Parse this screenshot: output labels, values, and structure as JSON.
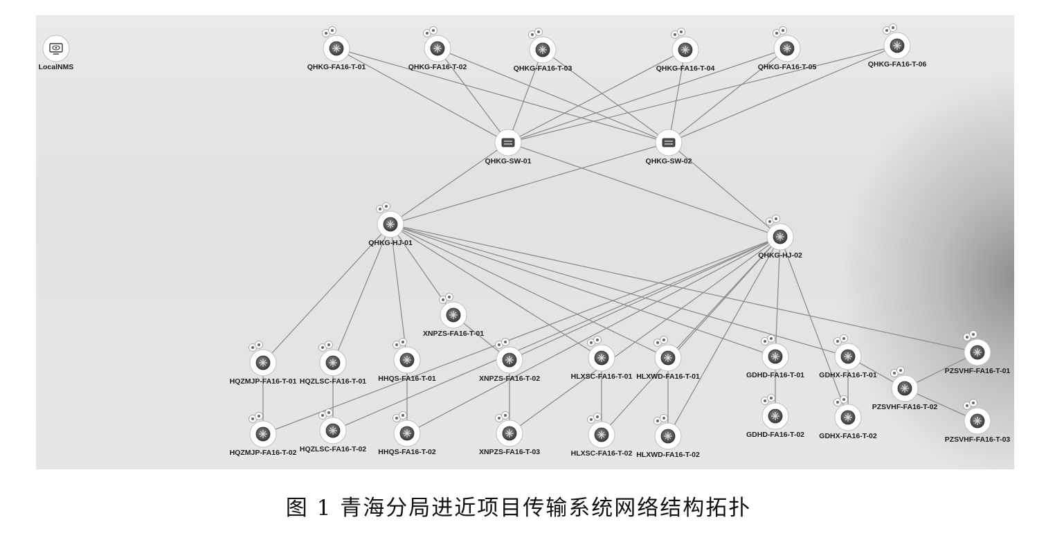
{
  "caption": "图 1  青海分局进近项目传输系统网络结构拓扑",
  "nodes": [
    {
      "id": "nms",
      "label": "LocalNMS",
      "kind": "monitor"
    },
    {
      "id": "t01",
      "label": "QHKG-FA16-T-01",
      "kind": "router"
    },
    {
      "id": "t02",
      "label": "QHKG-FA16-T-02",
      "kind": "router"
    },
    {
      "id": "t03",
      "label": "QHKG-FA16-T-03",
      "kind": "router"
    },
    {
      "id": "t04",
      "label": "QHKG-FA16-T-04",
      "kind": "router"
    },
    {
      "id": "t05",
      "label": "QHKG-FA16-T-05",
      "kind": "router"
    },
    {
      "id": "t06",
      "label": "QHKG-FA16-T-06",
      "kind": "router"
    },
    {
      "id": "sw1",
      "label": "QHKG-SW-01",
      "kind": "switch"
    },
    {
      "id": "sw2",
      "label": "QHKG-SW-02",
      "kind": "switch"
    },
    {
      "id": "hj1",
      "label": "QHKG-HJ-01",
      "kind": "router"
    },
    {
      "id": "hj2",
      "label": "QHKG-HJ-02",
      "kind": "router"
    },
    {
      "id": "xn1",
      "label": "XNPZS-FA16-T-01",
      "kind": "router"
    },
    {
      "id": "hqm1",
      "label": "HQZMJP-FA16-T-01",
      "kind": "router"
    },
    {
      "id": "hql1",
      "label": "HQZLSC-FA16-T-01",
      "kind": "router"
    },
    {
      "id": "hhq1",
      "label": "HHQS-FA16-T-01",
      "kind": "router"
    },
    {
      "id": "xn2",
      "label": "XNPZS-FA16-T-02",
      "kind": "router"
    },
    {
      "id": "hlx1",
      "label": "HLXSC-FA16-T-01",
      "kind": "router"
    },
    {
      "id": "hlw1",
      "label": "HLXWD-FA16-T-01",
      "kind": "router"
    },
    {
      "id": "gdd1",
      "label": "GDHD-FA16-T-01",
      "kind": "router"
    },
    {
      "id": "gdx1",
      "label": "GDHX-FA16-T-01",
      "kind": "router"
    },
    {
      "id": "pz1",
      "label": "PZSVHF-FA16-T-01",
      "kind": "router"
    },
    {
      "id": "pz2",
      "label": "PZSVHF-FA16-T-02",
      "kind": "router"
    },
    {
      "id": "pz3",
      "label": "PZSVHF-FA16-T-03",
      "kind": "router"
    },
    {
      "id": "hqm2",
      "label": "HQZMJP-FA16-T-02",
      "kind": "router"
    },
    {
      "id": "hql2",
      "label": "HQZLSC-FA16-T-02",
      "kind": "router"
    },
    {
      "id": "hhq2",
      "label": "HHQS-FA16-T-02",
      "kind": "router"
    },
    {
      "id": "xn3",
      "label": "XNPZS-FA16-T-03",
      "kind": "router"
    },
    {
      "id": "hlx2",
      "label": "HLXSC-FA16-T-02",
      "kind": "router"
    },
    {
      "id": "hlw2",
      "label": "HLXWD-FA16-T-02",
      "kind": "router"
    },
    {
      "id": "gdd2",
      "label": "GDHD-FA16-T-02",
      "kind": "router"
    },
    {
      "id": "gdx2",
      "label": "GDHX-FA16-T-02",
      "kind": "router"
    }
  ],
  "edges": [
    [
      "t01",
      "sw1"
    ],
    [
      "t01",
      "sw2"
    ],
    [
      "t02",
      "sw1"
    ],
    [
      "t02",
      "sw2"
    ],
    [
      "t03",
      "sw1"
    ],
    [
      "t03",
      "sw2"
    ],
    [
      "t04",
      "sw1"
    ],
    [
      "t04",
      "sw2"
    ],
    [
      "t05",
      "sw1"
    ],
    [
      "t05",
      "sw2"
    ],
    [
      "t06",
      "sw1"
    ],
    [
      "t06",
      "sw2"
    ],
    [
      "sw1",
      "hj1"
    ],
    [
      "sw1",
      "hj2"
    ],
    [
      "sw2",
      "hj1"
    ],
    [
      "sw2",
      "hj2"
    ],
    [
      "hj1",
      "hqm1"
    ],
    [
      "hj1",
      "hql1"
    ],
    [
      "hj1",
      "hhq1"
    ],
    [
      "hj1",
      "xn1"
    ],
    [
      "hj1",
      "hlx1"
    ],
    [
      "hj1",
      "hlw1"
    ],
    [
      "hj1",
      "gdd1"
    ],
    [
      "hj1",
      "gdx1"
    ],
    [
      "hj1",
      "pz1"
    ],
    [
      "xn1",
      "xn2"
    ],
    [
      "hj2",
      "hqm2"
    ],
    [
      "hj2",
      "hql2"
    ],
    [
      "hj2",
      "hhq2"
    ],
    [
      "hj2",
      "xn2"
    ],
    [
      "hj2",
      "xn3"
    ],
    [
      "hj2",
      "hlx2"
    ],
    [
      "hj2",
      "hlw1"
    ],
    [
      "hj2",
      "hlw2"
    ],
    [
      "hj2",
      "gdd1"
    ],
    [
      "hj2",
      "gdx2"
    ],
    [
      "hqm1",
      "hqm2"
    ],
    [
      "hql1",
      "hql2"
    ],
    [
      "hhq1",
      "hhq2"
    ],
    [
      "xn2",
      "xn3"
    ],
    [
      "hlx1",
      "hlx2"
    ],
    [
      "hlw1",
      "hlw2"
    ],
    [
      "gdd1",
      "gdd2"
    ],
    [
      "gdx1",
      "gdx2"
    ],
    [
      "pz1",
      "pz2"
    ],
    [
      "pz2",
      "pz3"
    ],
    [
      "gdx1",
      "pz2"
    ]
  ]
}
